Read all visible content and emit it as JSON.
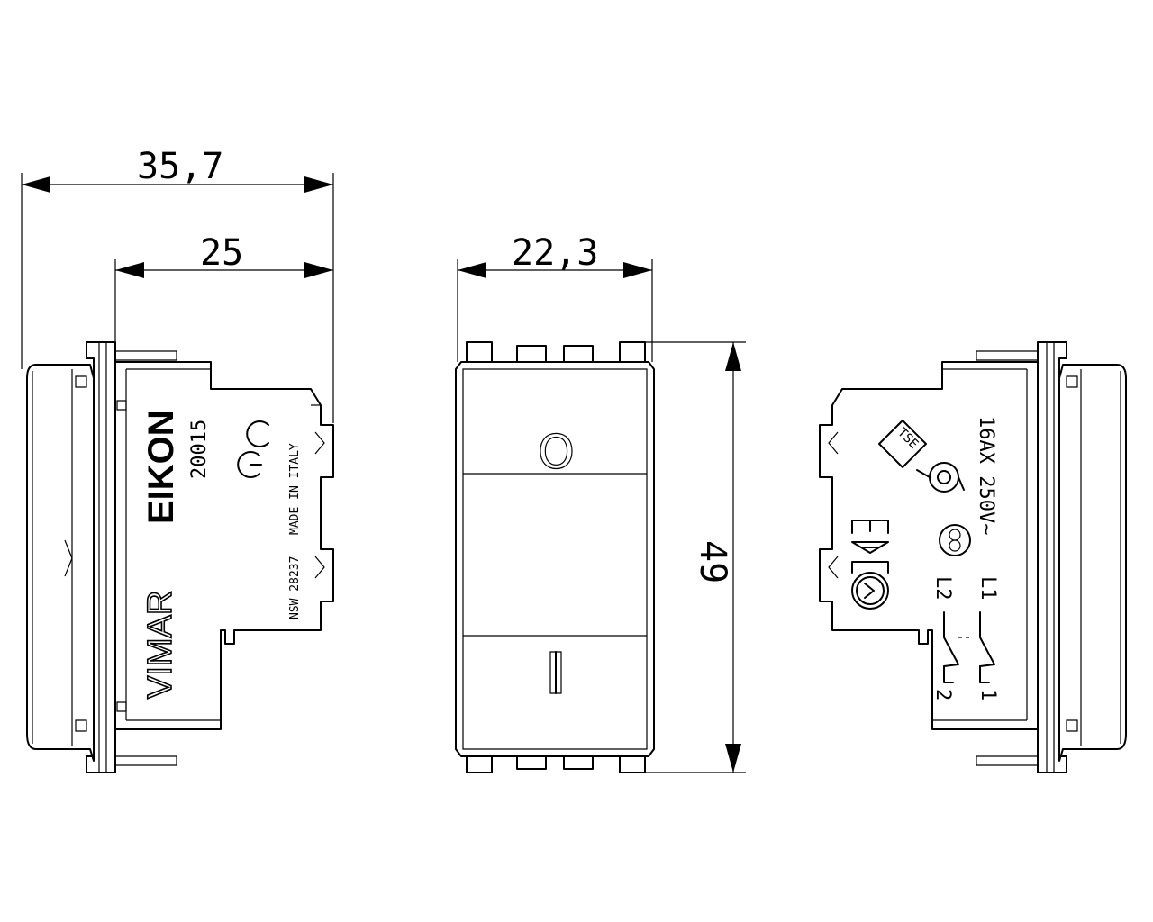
{
  "dimensions": {
    "overall_depth": "35,7",
    "body_depth": "25",
    "front_width": "22,3",
    "height": "49"
  },
  "left_view": {
    "brand": "EIKON",
    "code": "20015",
    "ce_mark": "CE",
    "manufacturer": "VIMAR",
    "origin": "MADE IN ITALY",
    "approval": "NSW 28237"
  },
  "front_view": {
    "top_symbol": "O",
    "bottom_symbol": "I"
  },
  "right_view": {
    "rating": "16AX 250V~",
    "tse_label": "TSE",
    "terminals_top": "L1",
    "terminals_bottom": "L2",
    "terminal_1": "1",
    "terminal_2": "2"
  }
}
